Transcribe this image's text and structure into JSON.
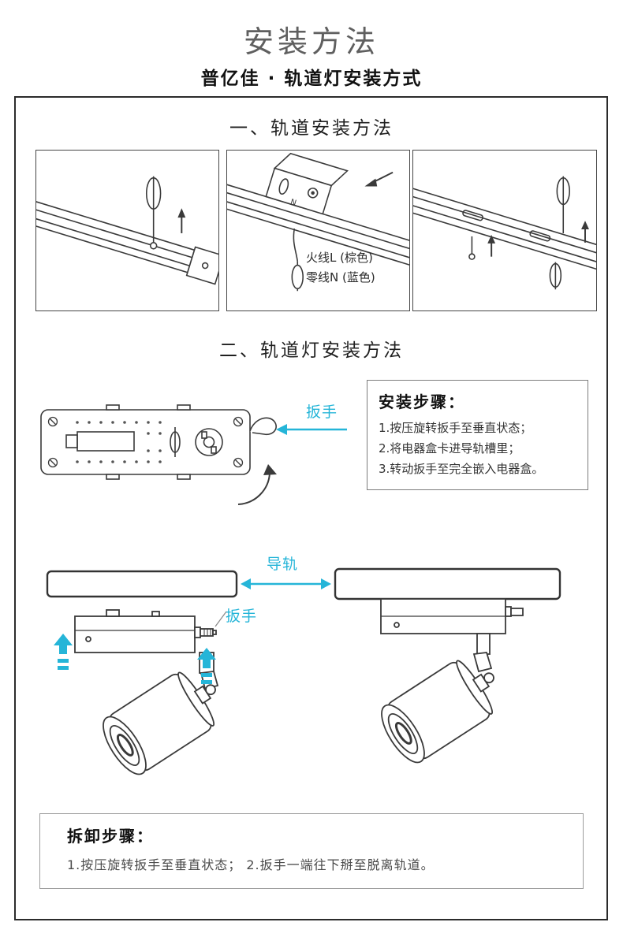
{
  "page": {
    "title": "安装方法",
    "subtitle": "普亿佳 · 轨道灯安装方式"
  },
  "sections": {
    "track_install": {
      "heading": "一、轨道安装方法",
      "terminal_n": "N",
      "wire_live": "火线L (棕色)",
      "wire_neutral": "零线N (蓝色)"
    },
    "light_install": {
      "heading": "二、轨道灯安装方法",
      "wrench_label_top": "扳手",
      "steps_title": "安装步骤：",
      "steps": [
        "1.按压旋转扳手至垂直状态；",
        "2.将电器盒卡进导轨槽里；",
        "3.转动扳手至完全嵌入电器盒。"
      ],
      "rail_label": "导轨",
      "wrench_label_bottom": "扳手"
    },
    "removal": {
      "title": "拆卸步骤：",
      "text": "1.按压旋转扳手至垂直状态； 2.扳手一端往下掰至脱离轨道。"
    }
  },
  "colors": {
    "accent": "#25b5d8"
  }
}
